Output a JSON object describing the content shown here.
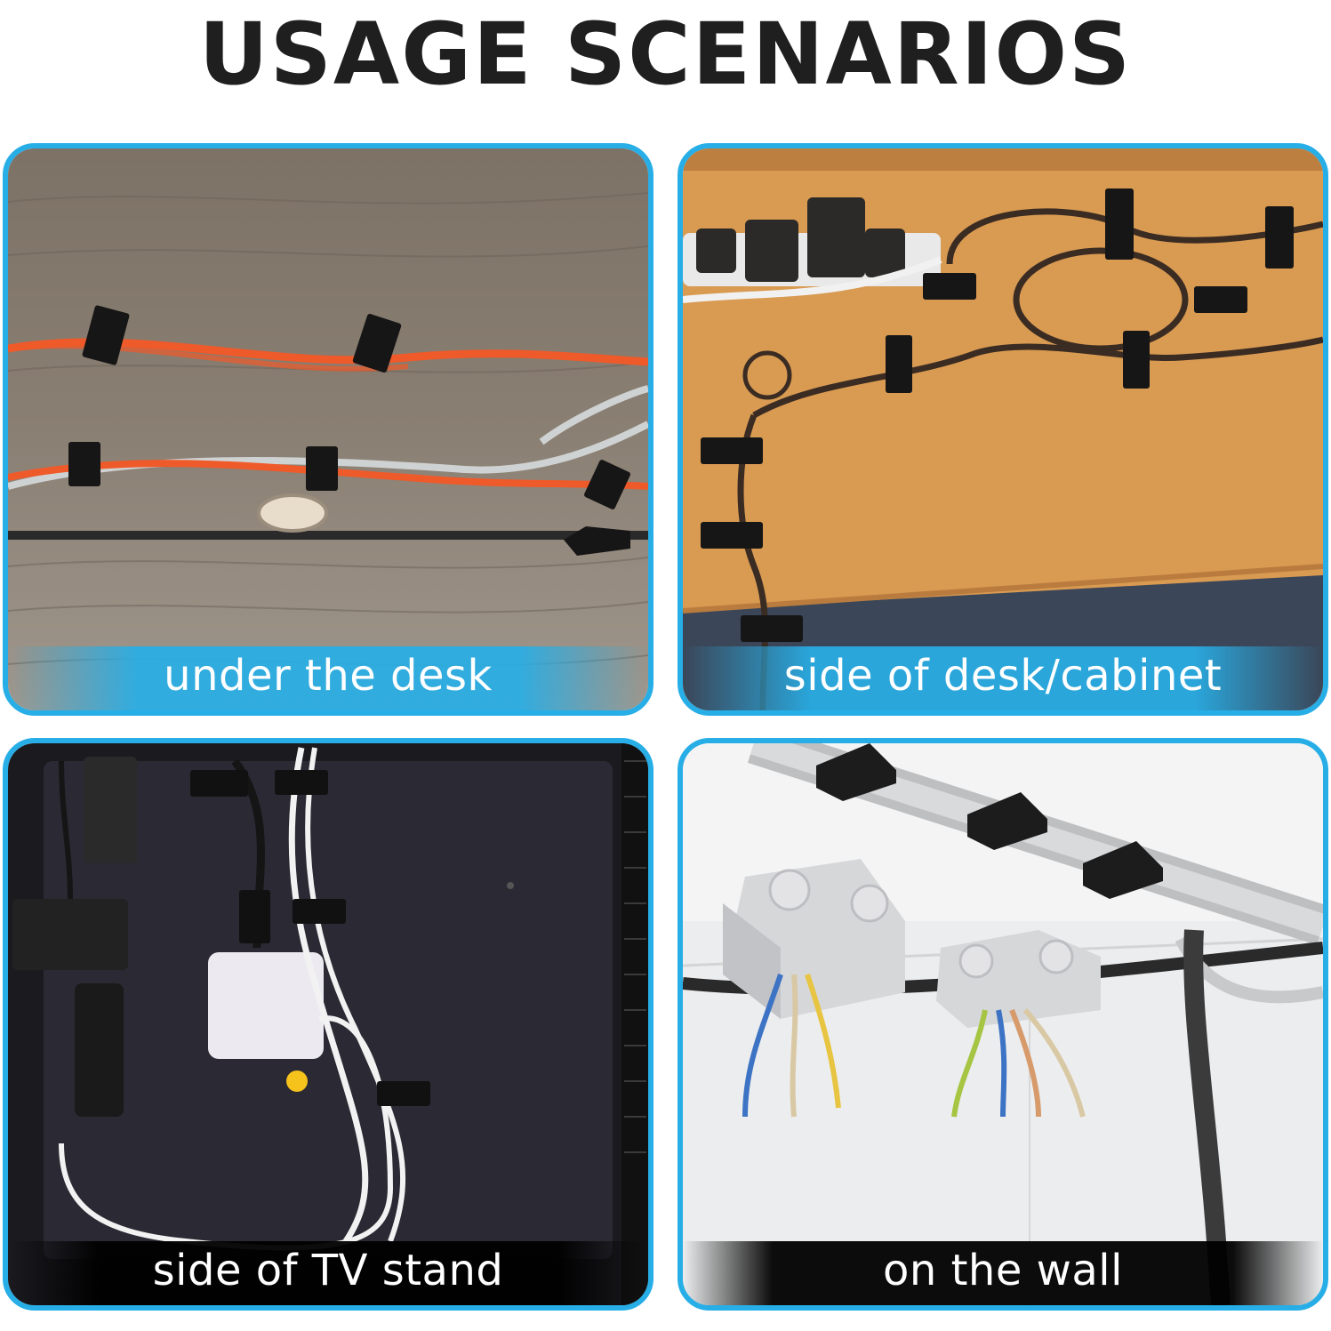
{
  "title": "USAGE SCENARIOS",
  "colors": {
    "accent": "#28aee6",
    "title": "#1f1f1f",
    "caption_text": "#ffffff"
  },
  "panels": [
    {
      "caption": "under the desk",
      "scene": "cables-under-wooden-desk"
    },
    {
      "caption": "side of desk/cabinet",
      "scene": "cables-on-orange-desk-side"
    },
    {
      "caption": "side of TV stand",
      "scene": "cables-behind-tv"
    },
    {
      "caption": "on the wall",
      "scene": "cables-on-wall-junction-boxes"
    }
  ]
}
